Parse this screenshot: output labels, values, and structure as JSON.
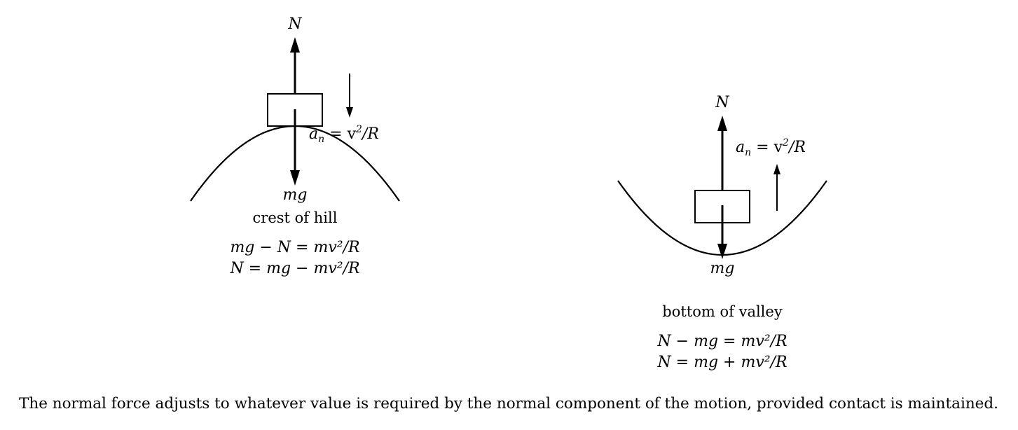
{
  "hill": {
    "n_label": "N",
    "mg_label": "mg",
    "accel_label": "a_n = v²/R",
    "accel_symbol": "a",
    "accel_subscript": "n",
    "accel_rhs": " = v",
    "accel_exp": "2",
    "accel_tail": "/R",
    "title": "crest of hill",
    "eq1": "mg − N = mv²/R",
    "eq2": "N = mg − mv²/R"
  },
  "valley": {
    "n_label": "N",
    "mg_label": "mg",
    "accel_label": "a_n = v²/R",
    "accel_symbol": "a",
    "accel_subscript": "n",
    "accel_rhs": " = v",
    "accel_exp": "2",
    "accel_tail": "/R",
    "title": "bottom of valley",
    "eq1": "N − mg = mv²/R",
    "eq2": "N = mg + mv²/R"
  },
  "caption": "The normal force adjusts to whatever value is required by the normal component of the motion, provided contact is maintained."
}
